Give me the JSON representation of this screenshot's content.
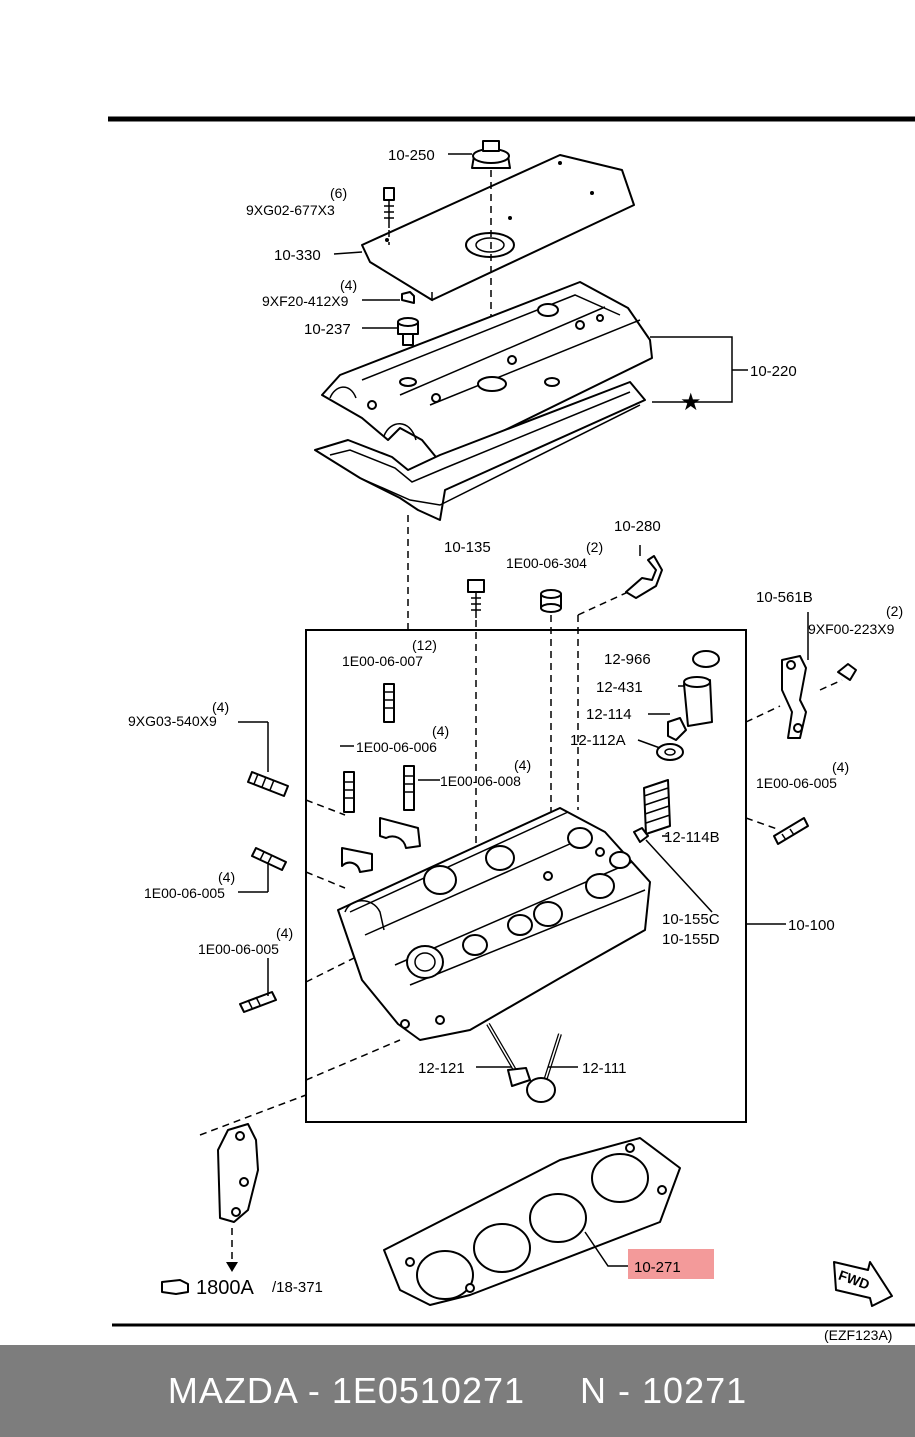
{
  "labels": {
    "oil_cap": "10-250",
    "cover_bolt_qty": "(6)",
    "cover_bolt": "9XG02-677X3",
    "cover_plate": "10-330",
    "nut_qty": "(4)",
    "nut": "9XF20-412X9",
    "grommet": "10-237",
    "head_cover": "10-220",
    "bolt_10_135": "10-135",
    "seal_qty": "(2)",
    "seal": "1E00-06-304",
    "pcv": "10-280",
    "bracket": "10-561B",
    "bracket_bolt_qty": "(2)",
    "bracket_bolt": "9XF00-223X9",
    "stud_12_qty": "(12)",
    "stud_007": "1E00-06-007",
    "stud_540_qty": "(4)",
    "stud_540": "9XG03-540X9",
    "stud_006_qty": "(4)",
    "stud_006": "1E00-06-006",
    "stud_008_qty": "(4)",
    "stud_008": "1E00-06-008",
    "lock": "12-966",
    "tappet": "12-431",
    "seat_upper": "12-114",
    "seat_lower": "12-112A",
    "spring": "12-114B",
    "stud_005_right_qty": "(4)",
    "stud_005_right": "1E00-06-005",
    "stud_005_left1_qty": "(4)",
    "stud_005_left1": "1E00-06-005",
    "stud_005_left2_qty": "(4)",
    "stud_005_left2": "1E00-06-005",
    "guide_c": "10-155C",
    "guide_d": "10-155D",
    "cylinder_head": "10-100",
    "valve_exhaust": "12-121",
    "valve_intake": "12-111",
    "gasket": "10-271",
    "ref_main": "1800A",
    "ref_sub": "/18-371",
    "fwd": "FWD",
    "figure_code": "(EZF123A)"
  },
  "footer": {
    "brand": "MAZDA - 1E0510271",
    "part": "N - 10271"
  },
  "colors": {
    "highlight": "#f39a9a",
    "footer_bg": "#7d7d7d"
  }
}
